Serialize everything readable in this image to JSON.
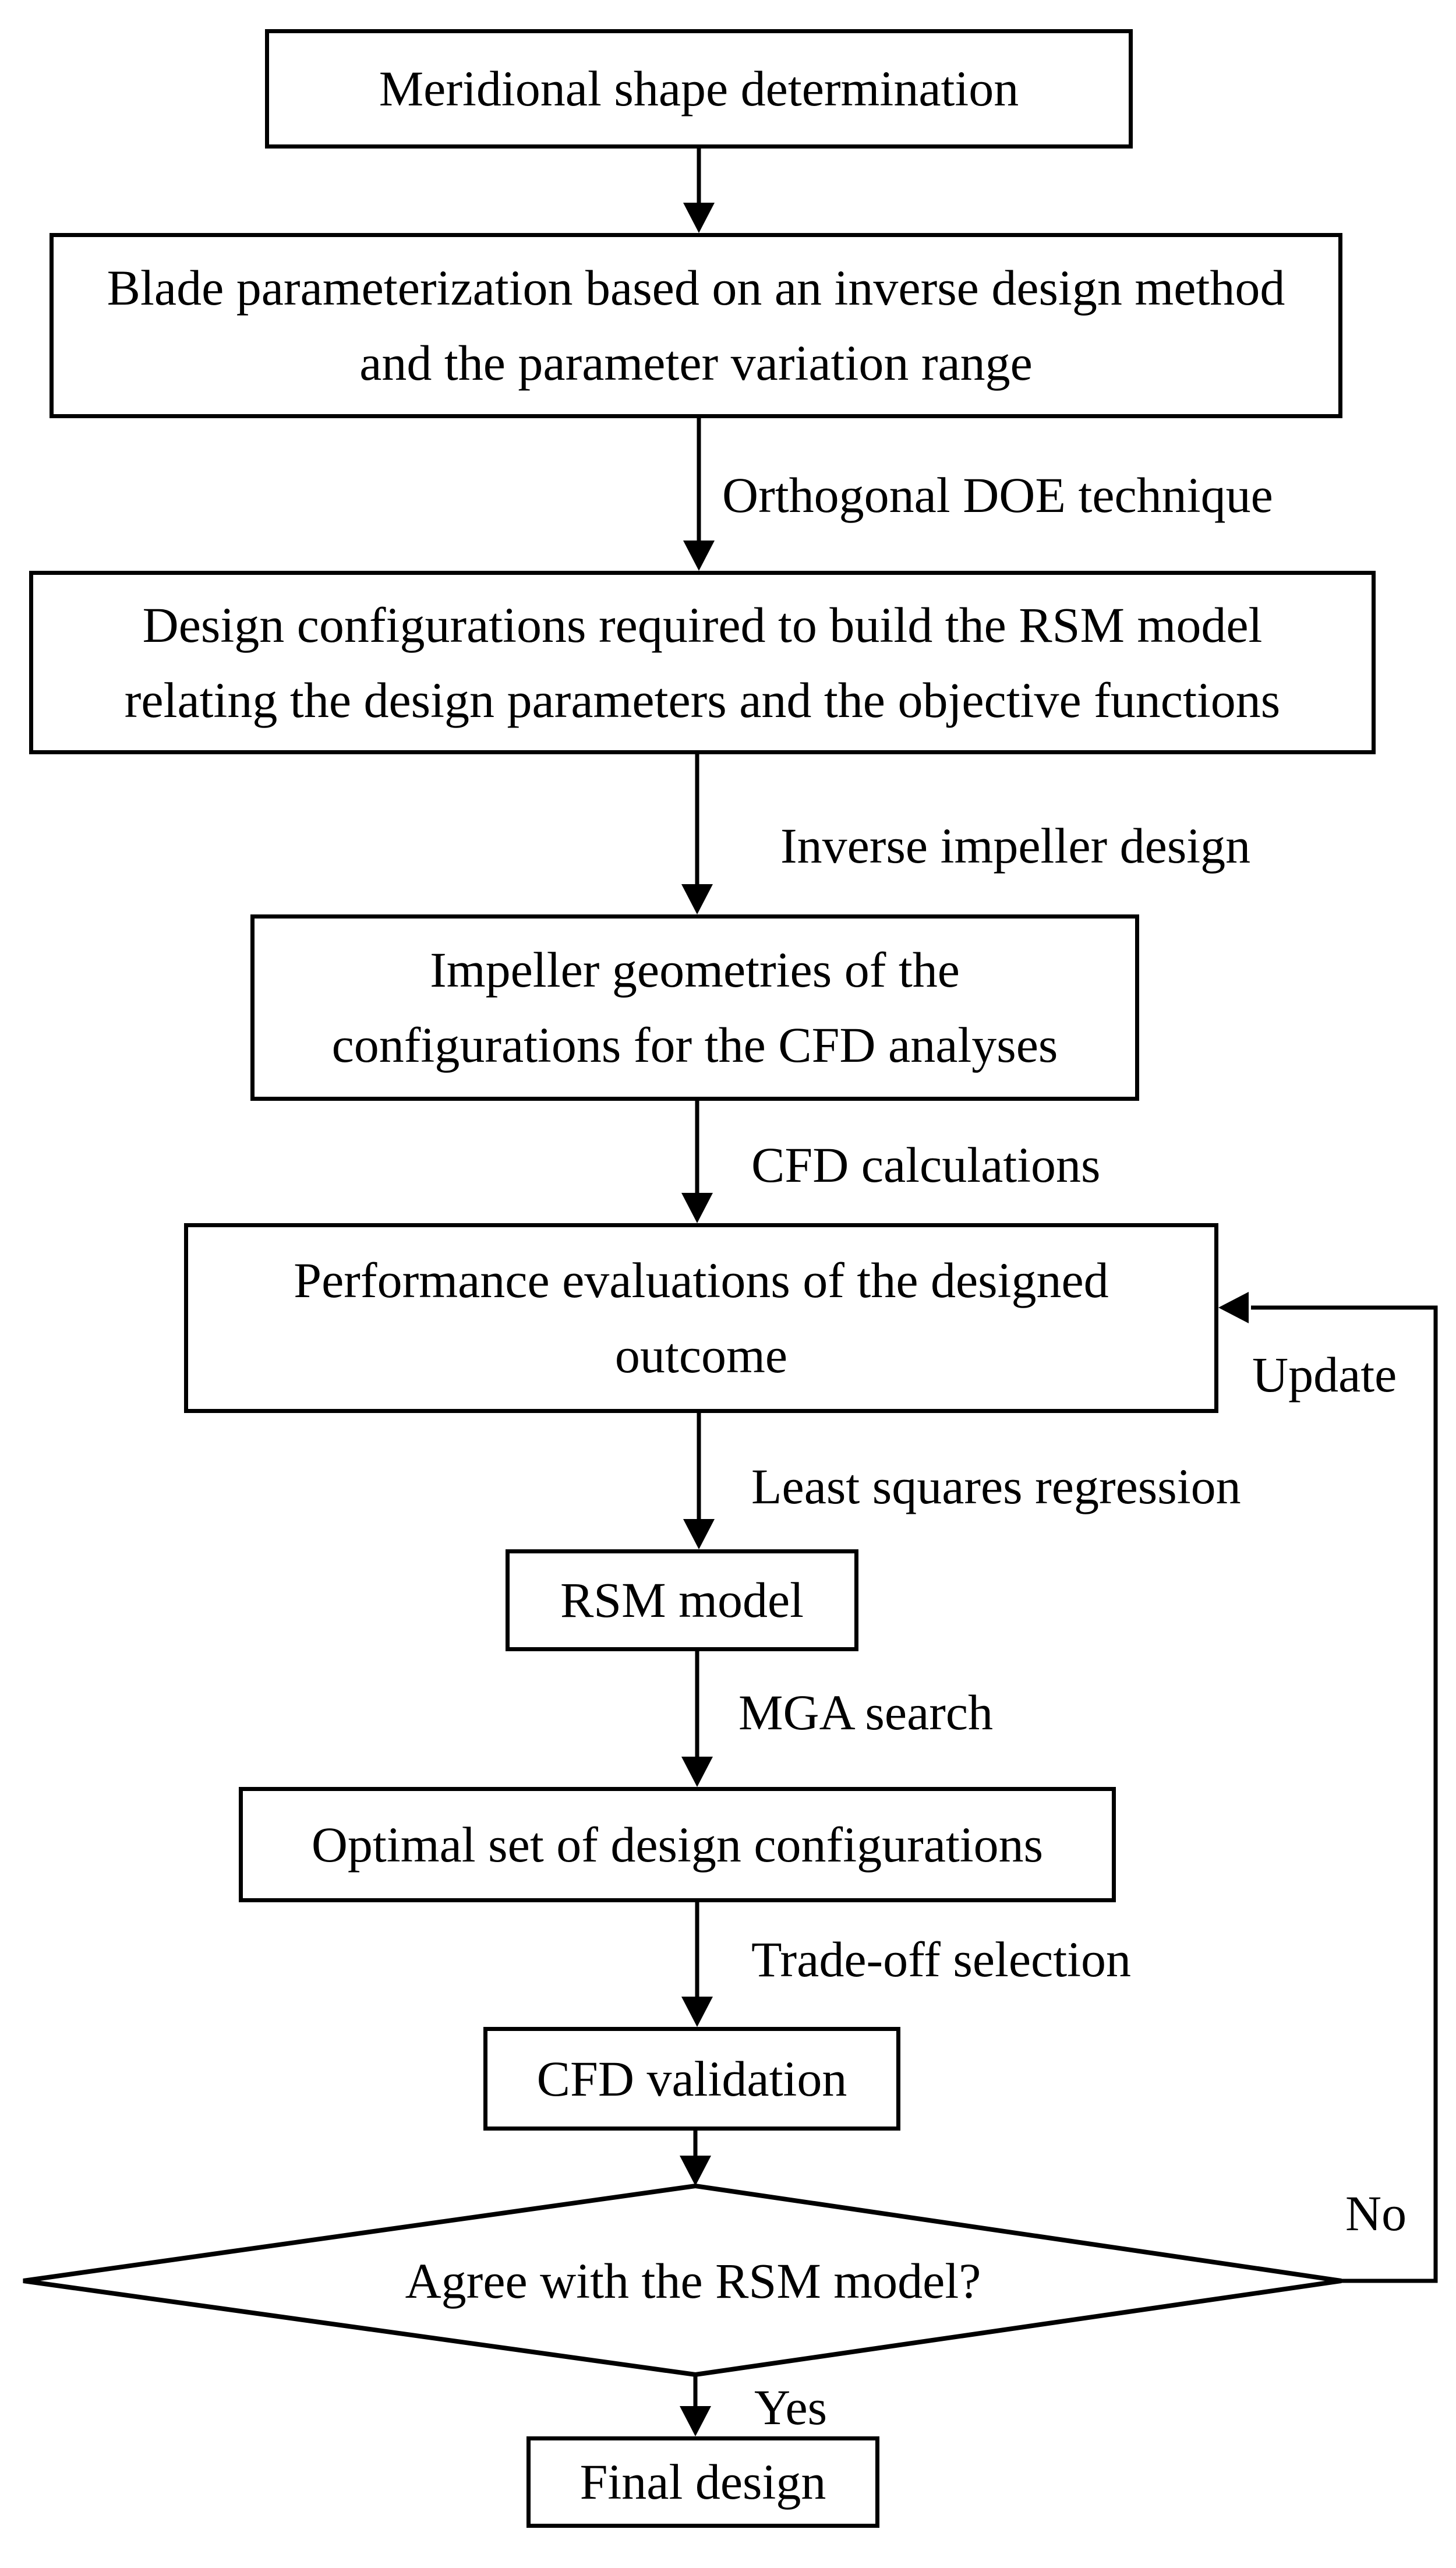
{
  "diagram": {
    "title": "Impeller design optimization flowchart",
    "background_color": "#ffffff",
    "line_color": "#000000",
    "nodes": {
      "meridional_shape": {
        "label": "Meridional shape determination"
      },
      "blade_parameterization": {
        "lines": [
          "Blade parameterization based on an inverse design method",
          "and the parameter variation range"
        ]
      },
      "design_configurations": {
        "lines": [
          "Design configurations required to build the RSM model",
          "relating the design parameters and the objective functions"
        ]
      },
      "impeller_geometries": {
        "lines": [
          "Impeller geometries of the",
          "configurations for the CFD analyses"
        ]
      },
      "performance_evaluations": {
        "lines": [
          "Performance evaluations of the designed",
          "outcome"
        ]
      },
      "rsm_model": {
        "label": "RSM model"
      },
      "optimal_set": {
        "label": "Optimal set of design configurations"
      },
      "decision": {
        "label": "Agree with the RSM model?"
      },
      "cfd_validation": {
        "label": "CFD validation"
      },
      "final_design": {
        "label": "Final design"
      }
    },
    "edge_labels": {
      "orthogonal_doe": "Orthogonal DOE technique",
      "inverse_impeller": "Inverse impeller design",
      "cfd_calculations": "CFD calculations",
      "update": "Update",
      "least_squares": "Least squares regression",
      "mga_search": "MGA search",
      "trade_off": "Trade-off selection",
      "no": "No",
      "yes": "Yes"
    }
  }
}
